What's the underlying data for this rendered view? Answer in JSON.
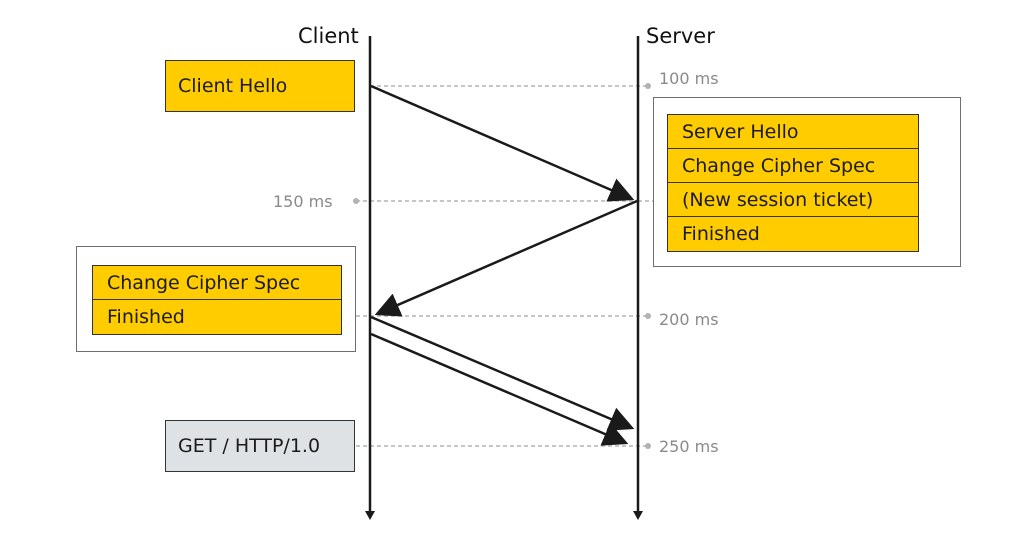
{
  "lanes": {
    "client": "Client",
    "server": "Server"
  },
  "client_messages": {
    "client_hello": "Client Hello",
    "finish_stack": [
      "Change Cipher Spec",
      "Finished"
    ],
    "get_request": "GET / HTTP/1.0"
  },
  "server_messages": {
    "stack": [
      "Server Hello",
      "Change Cipher Spec",
      "(New session ticket)",
      "Finished"
    ]
  },
  "timings": [
    "100 ms",
    "150 ms",
    "200 ms",
    "250 ms"
  ],
  "colors": {
    "message_fill": "#ffcc00",
    "request_fill": "#dfe2e4",
    "lifeline": "#1a1a1a",
    "guide": "#b3b3b3",
    "time_text": "#8a8a8a"
  }
}
